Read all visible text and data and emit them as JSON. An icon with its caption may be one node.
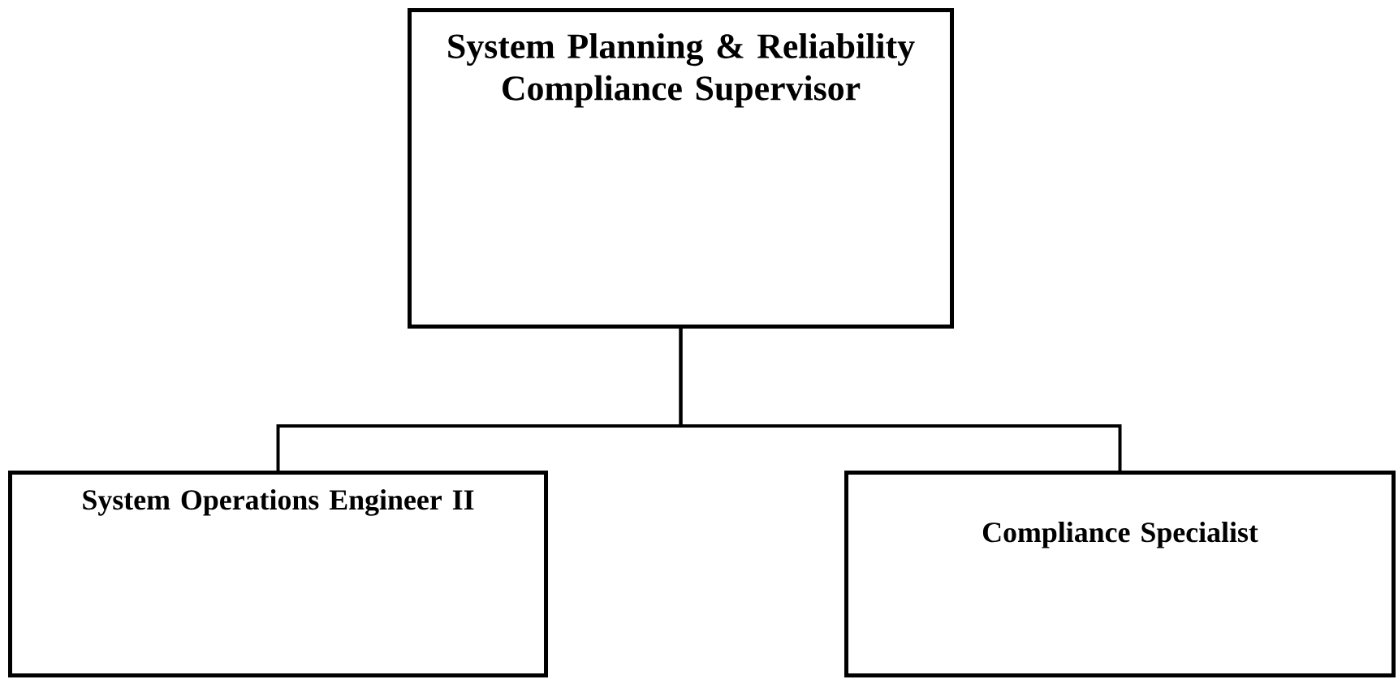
{
  "diagram": {
    "nodes": [
      {
        "text": [
          "System Planning & Reliability Compliance Supervisor"
        ]
      },
      {
        "text": [
          "System Operations Engineer II"
        ]
      },
      {
        "text": [
          "Compliance Specialist"
        ]
      }
    ],
    "edges": [
      {
        "from": 0,
        "to": 1,
        "arrow": "none"
      },
      {
        "from": 0,
        "to": 2,
        "arrow": "none"
      }
    ]
  }
}
